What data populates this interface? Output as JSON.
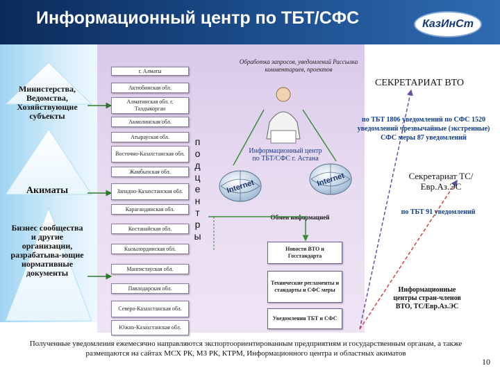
{
  "header": {
    "title": "Информационный центр по ТБТ/СФС",
    "logo_text": "КазИнСт"
  },
  "left": {
    "ministries": "Министерства, Ведомства, Хозяйствующие субъекты",
    "akimats": "Акиматы",
    "business": "Бизнес сообщества и другие организации, разрабатыва-ющие нормативные документы"
  },
  "regions": [
    "г. Алматы",
    "Актюбинская обл.",
    "Алматинская обл. г. Талдыкорган",
    "Акмолинская обл.",
    "Атырауская обл.",
    "Восточно-Казахстанская обл.",
    "Жамбылская обл.",
    "Западно-Казахстанская обл.",
    "Карагандинская обл.",
    "Костанайская обл.",
    "Кызылординская обл.",
    "Мангистауская обл.",
    "Павлодарская обл.",
    "Северо-Казахстанская обл.",
    "Южно-Казахстанская обл."
  ],
  "vertical_label": "подцентры",
  "center": {
    "processing": "Обработка запросов, уведомлений Рассылка комментариев, проектов",
    "info_center": "Информационный центр по ТБТ/СФС г. Астана",
    "internet": "Internet",
    "exchange": "Обмен информацией",
    "boxes": [
      "Новости ВТО и Госстандарта",
      "Технические регламенты и стандарты и СФС меры",
      "Уведомления ТБТ и СФС"
    ]
  },
  "right": {
    "wto": "СЕКРЕТАРИАТ ВТО",
    "wto_stats": "по ТБТ 1806 уведомлений по СФС 1520 уведомлений чрезвычайные (экстренные) СФС меры 87 уведомлений",
    "customs": "Секретариат ТС/Евр.Аз.ЭС",
    "customs_stats": "по ТБТ 91 уведомлений",
    "members": "Информационные центры стран-членов ВТО, ТС/Евр.Аз.ЭС"
  },
  "footer": {
    "text": "Полученные уведомления ежемесячно направляются экспортоориентированным предприятиям и государственным органам, а также размещаются на сайтах МСХ РК, МЗ РК, КТРМ, Информационного центра и областных акиматов",
    "page": "10"
  }
}
